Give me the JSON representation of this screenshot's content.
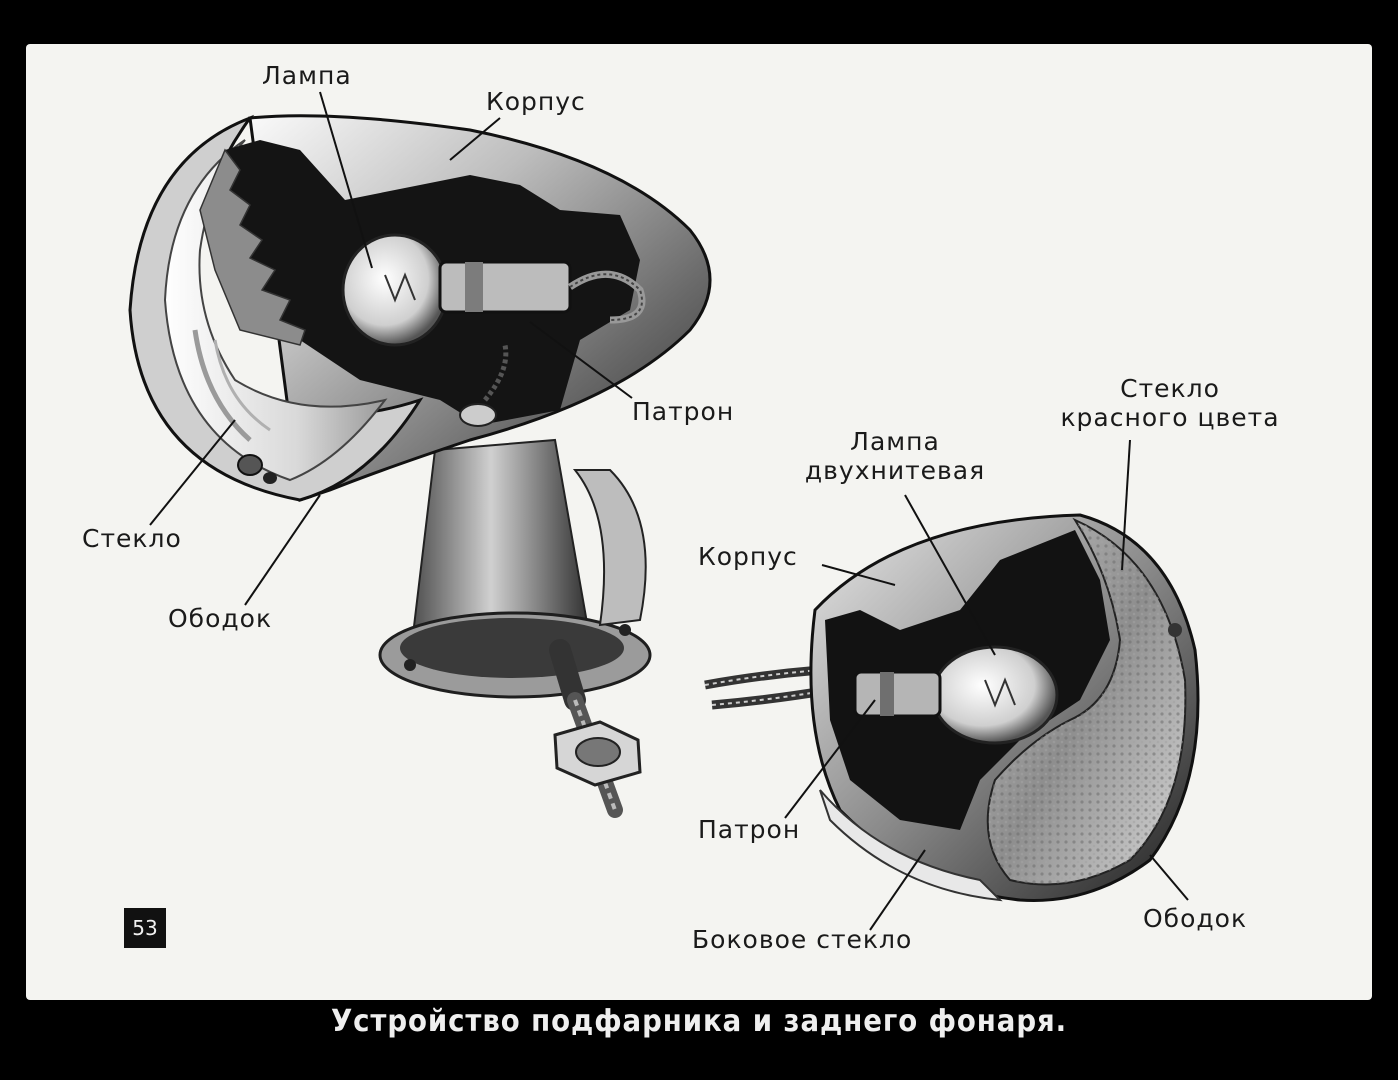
{
  "page_number": "53",
  "caption": "Устройство подфарника и заднего фонаря.",
  "sidelight": {
    "labels": {
      "lamp": "Лампа",
      "housing": "Корпус",
      "socket": "Патрон",
      "glass": "Стекло",
      "rim": "Ободок"
    }
  },
  "taillight": {
    "labels": {
      "red_glass_line1": "Стекло",
      "red_glass_line2": "красного цвета",
      "lamp_line1": "Лампа",
      "lamp_line2": "двухнитевая",
      "housing": "Корпус",
      "socket": "Патрон",
      "side_glass": "Боковое стекло",
      "rim": "Ободок"
    }
  }
}
